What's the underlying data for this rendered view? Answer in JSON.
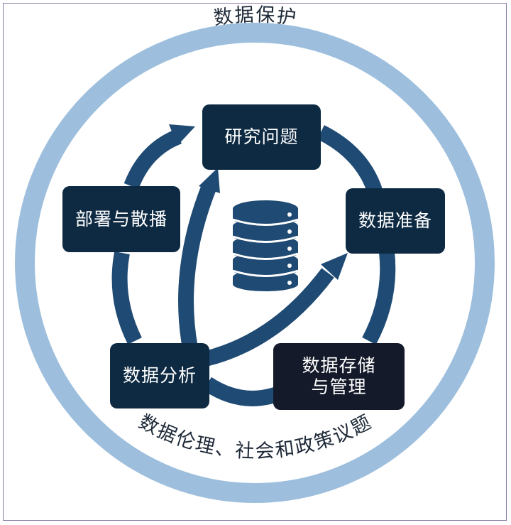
{
  "outer_ring": {
    "top_label": "数据保护",
    "bottom_label": "数据伦理、社会和政策议题"
  },
  "nodes": {
    "research": "研究问题",
    "prep": "数据准备",
    "storage_line1": "数据存储",
    "storage_line2": "与管理",
    "analysis": "数据分析",
    "deploy": "部署与散播"
  },
  "colors": {
    "ring": "#9dbfdd",
    "cycle_arrow": "#1f4a73",
    "node_dark": "#0d2a42",
    "node_storage": "#141a2a",
    "database": "#1f4a73"
  }
}
